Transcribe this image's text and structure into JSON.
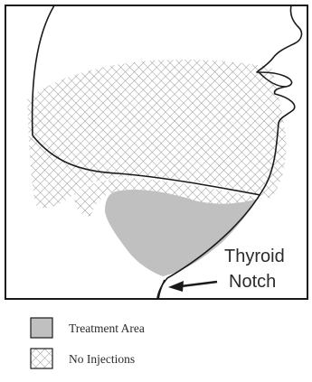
{
  "annotation": {
    "line1": "Thyroid",
    "line2": "Notch"
  },
  "legend": {
    "items": [
      {
        "label": "Treatment Area",
        "fill": "#c0c0c0",
        "pattern": "solid"
      },
      {
        "label": "No Injections",
        "fill": "#ffffff",
        "pattern": "crosshatch"
      }
    ]
  },
  "colors": {
    "outline": "#1a1a1a",
    "hatch": "#8f8f8f",
    "treatment": "#c0c0c0",
    "background": "#ffffff"
  }
}
